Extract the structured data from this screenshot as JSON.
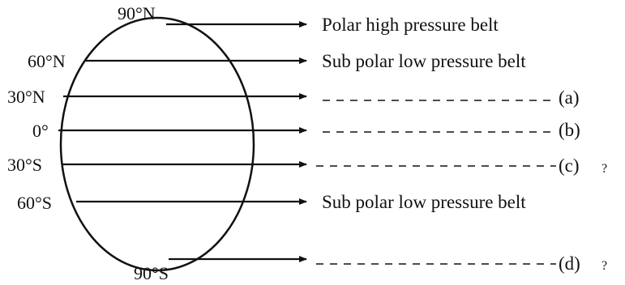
{
  "diagram": {
    "latitudes": {
      "n90": "90°N",
      "n60": "60°N",
      "n30": "30°N",
      "eq": "0°",
      "s30": "30°S",
      "s60": "60°S",
      "s90": "90°S"
    },
    "belts": {
      "polar_high_north": "Polar high pressure belt",
      "subpolar_low_north": "Sub polar low pressure belt",
      "blank_a": "(a)",
      "blank_b": "(b)",
      "blank_c": "(c)",
      "subpolar_low_south": "Sub polar low pressure belt",
      "blank_d": "(d)"
    },
    "question_marks": {
      "c": "?",
      "d": "?"
    },
    "colors": {
      "ink": "#111111",
      "background": "#ffffff"
    }
  }
}
